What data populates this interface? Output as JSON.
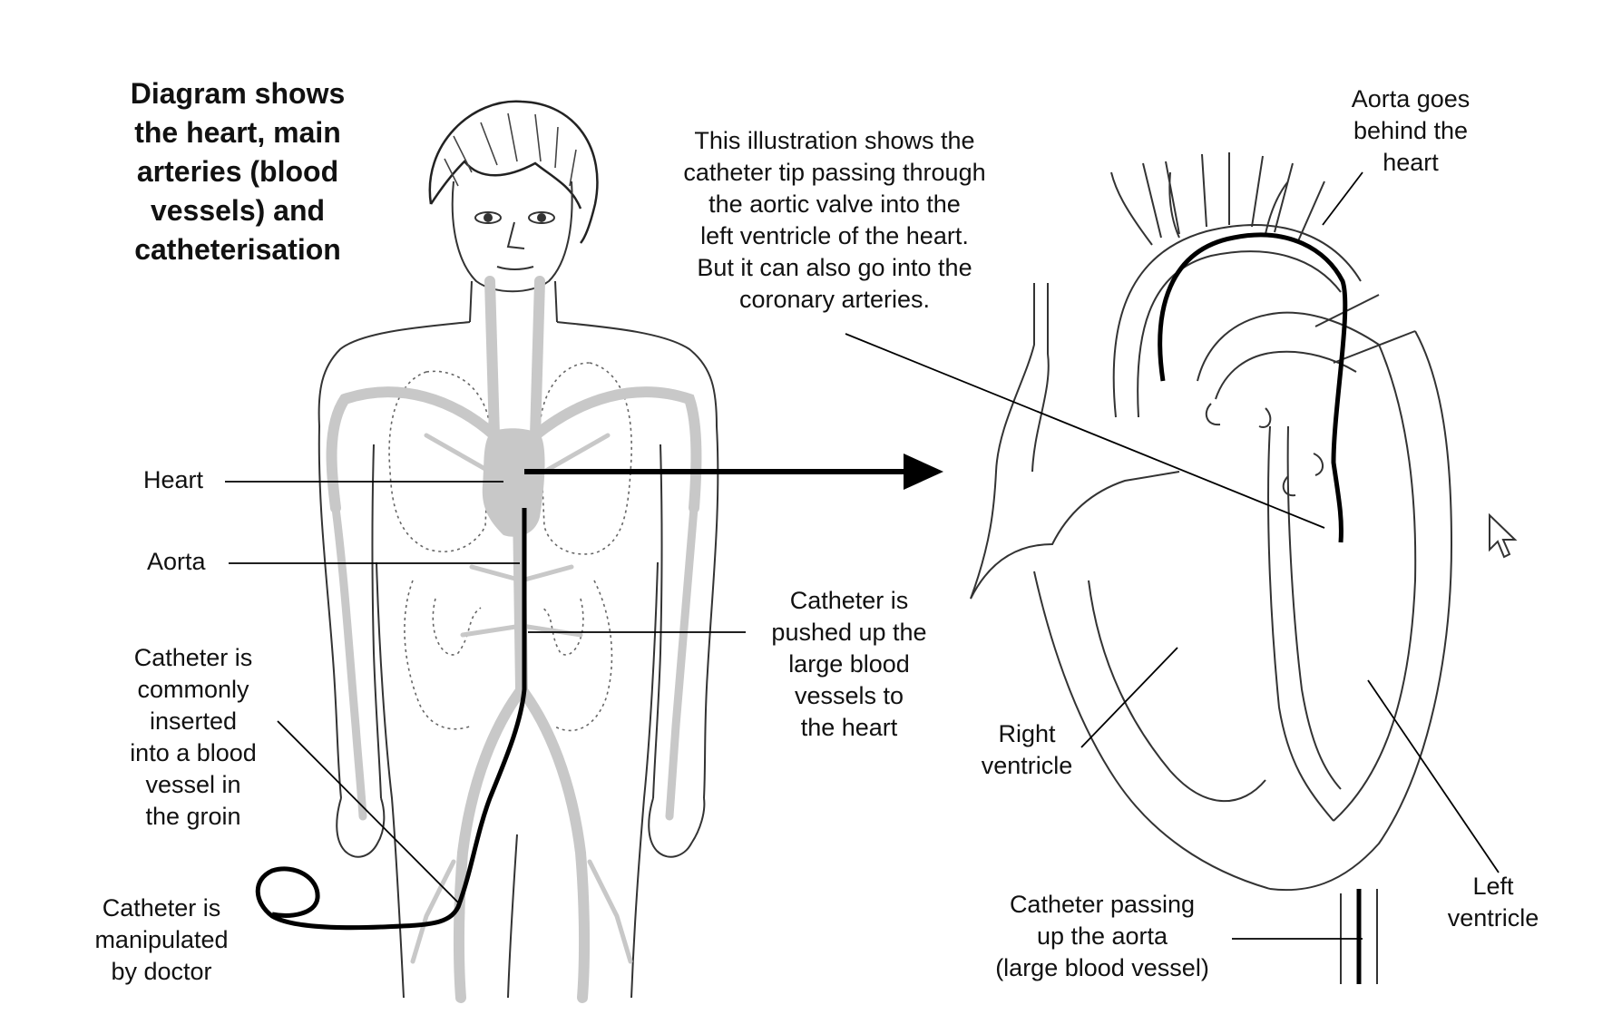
{
  "title": "Diagram shows\nthe heart, main\narteries (blood\nvessels) and\ncatheterisation",
  "labels": {
    "illustration_note": "This illustration shows the\ncatheter tip passing through\nthe aortic valve into the\nleft ventricle of the heart.\nBut it can also go into the\ncoronary arteries.",
    "heart": "Heart",
    "aorta": "Aorta",
    "catheter_pushed": "Catheter is\npushed up the\nlarge blood\nvessels to\nthe heart",
    "catheter_inserted": "Catheter is\ncommonly\ninserted\ninto a blood\nvessel in\nthe groin",
    "catheter_manipulated": "Catheter is\nmanipulated\nby doctor",
    "aorta_behind": "Aorta goes\nbehind the\nheart",
    "right_ventricle": "Right\nventricle",
    "left_ventricle": "Left\nventricle",
    "catheter_passing": "Catheter passing\nup the aorta\n(large blood vessel)"
  },
  "colors": {
    "outline": "#333333",
    "vessel": "#c8c8c8",
    "catheter": "#000000",
    "text": "#111111"
  },
  "icons": {
    "cursor": "mouse-pointer-icon"
  }
}
